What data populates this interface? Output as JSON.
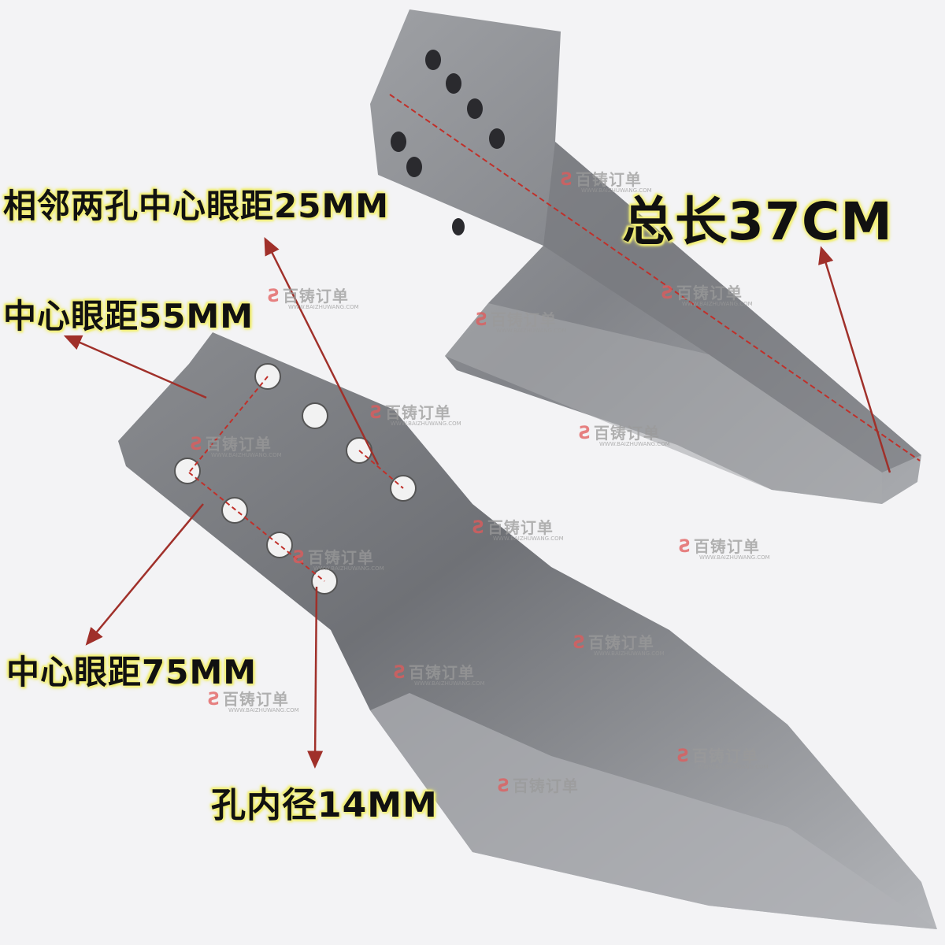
{
  "labels": {
    "adjacent_hole_spacing": "相邻两孔中心眼距25MM",
    "total_length": "总长37CM",
    "center_spacing_55": "中心眼距55MM",
    "center_spacing_75": "中心眼距75MM",
    "hole_diameter": "孔内径14MM"
  },
  "watermark": {
    "brand": "百铸订单",
    "url": "WWW.BAIZHUWANG.COM"
  },
  "colors": {
    "annotation_arrow": "#a0302a",
    "label_glow": "#f4f07a",
    "metal": "#8e8f93"
  }
}
